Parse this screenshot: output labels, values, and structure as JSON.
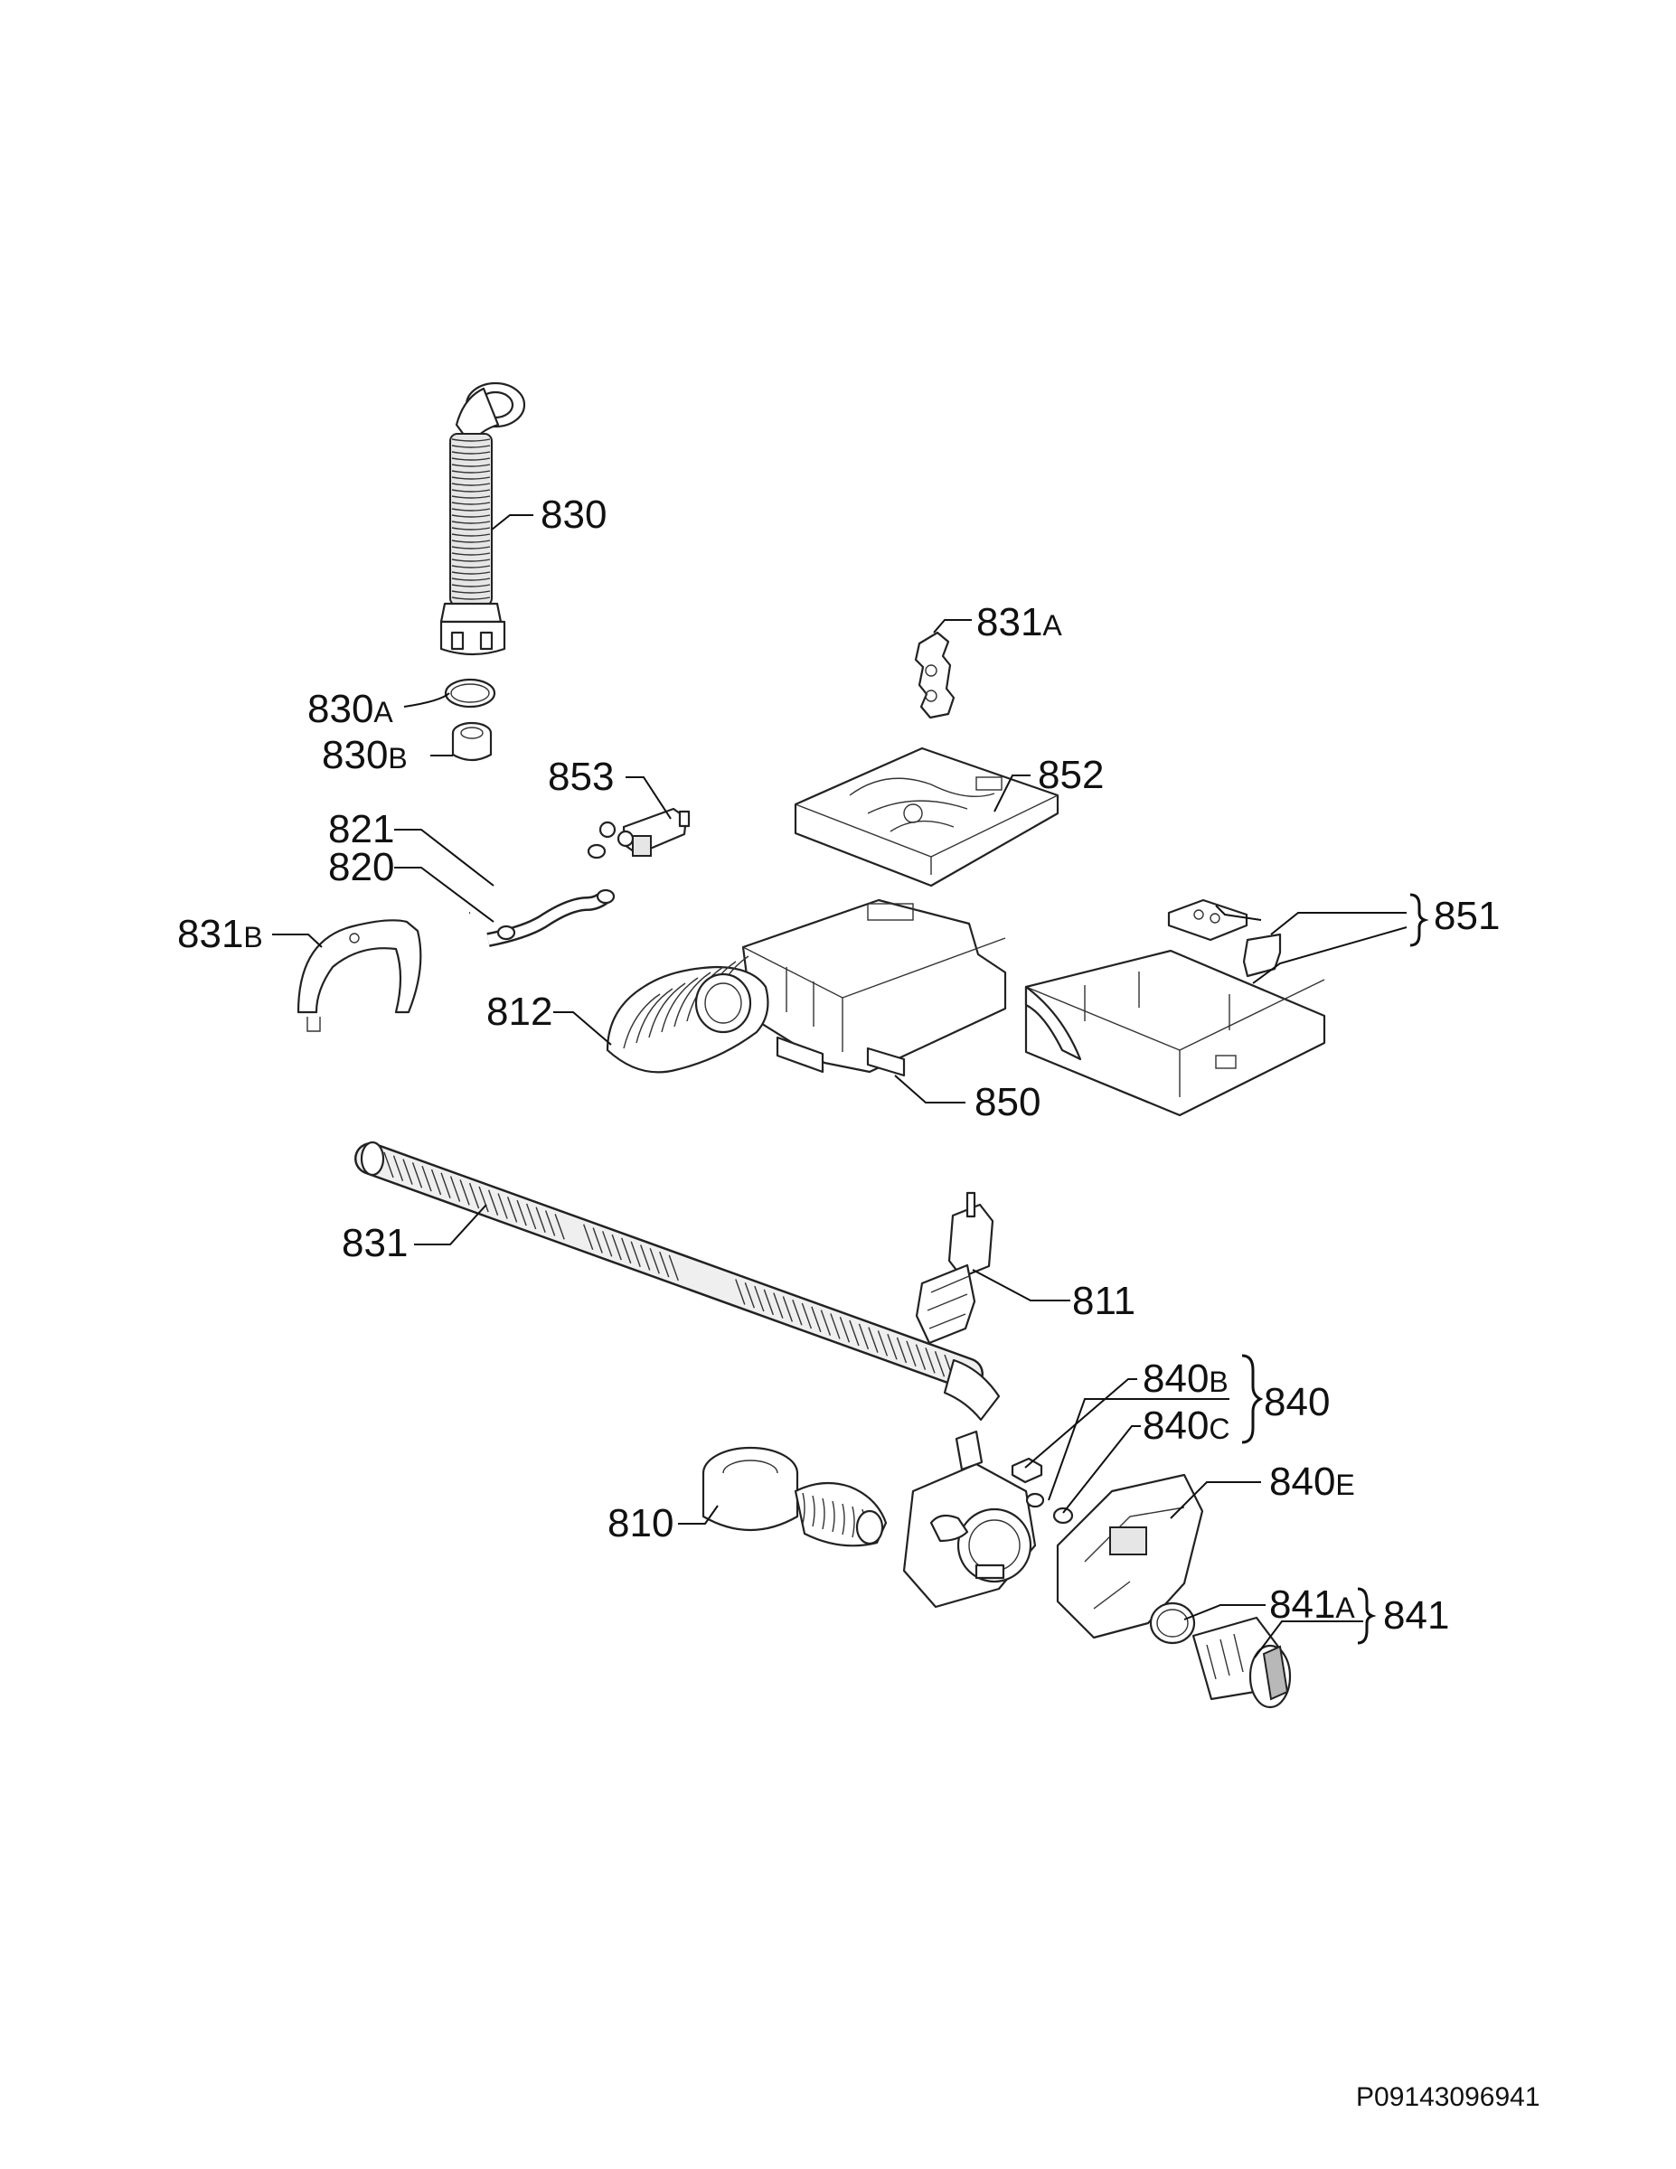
{
  "labels": {
    "l830": {
      "num": "830",
      "suffix": ""
    },
    "l831A": {
      "num": "831",
      "suffix": "A"
    },
    "l830A": {
      "num": "830",
      "suffix": "A"
    },
    "l830B": {
      "num": "830",
      "suffix": "B"
    },
    "l853": {
      "num": "853",
      "suffix": ""
    },
    "l852": {
      "num": "852",
      "suffix": ""
    },
    "l821": {
      "num": "821",
      "suffix": ""
    },
    "l820": {
      "num": "820",
      "suffix": ""
    },
    "l851": {
      "num": "851",
      "suffix": ""
    },
    "l831B": {
      "num": "831",
      "suffix": "B"
    },
    "l812": {
      "num": "812",
      "suffix": ""
    },
    "l850": {
      "num": "850",
      "suffix": ""
    },
    "l831": {
      "num": "831",
      "suffix": ""
    },
    "l811": {
      "num": "811",
      "suffix": ""
    },
    "l840B": {
      "num": "840",
      "suffix": "B"
    },
    "l840": {
      "num": "840",
      "suffix": ""
    },
    "l840C": {
      "num": "840",
      "suffix": "C"
    },
    "l840E": {
      "num": "840",
      "suffix": "E"
    },
    "l810": {
      "num": "810",
      "suffix": ""
    },
    "l841A": {
      "num": "841",
      "suffix": "A"
    },
    "l841": {
      "num": "841",
      "suffix": ""
    }
  },
  "document_id": "P09143096941"
}
